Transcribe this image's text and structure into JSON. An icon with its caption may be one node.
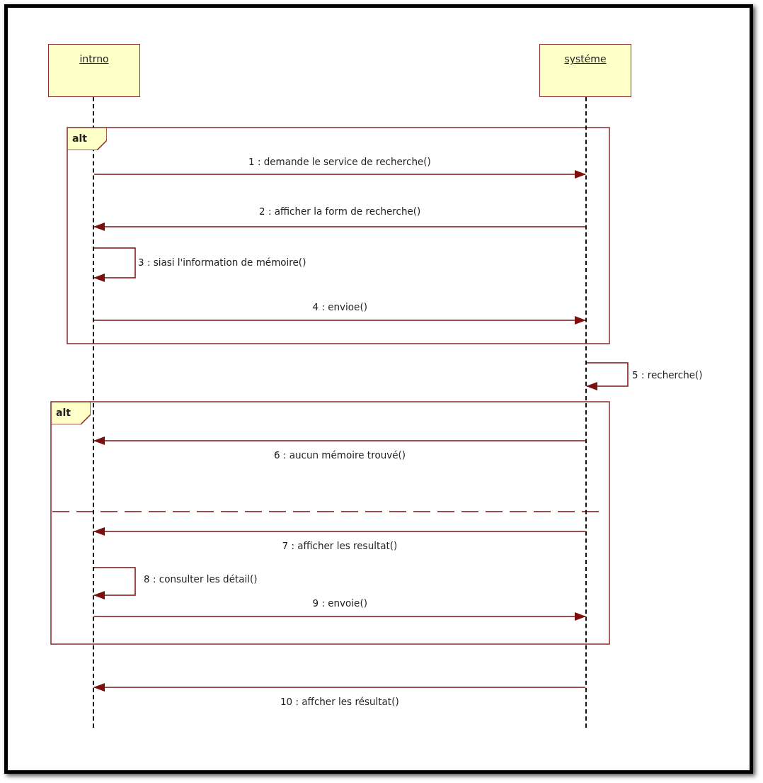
{
  "diagram": {
    "nodes": [
      {
        "text": [
          "intrno"
        ]
      },
      {
        "text": [
          "systéme"
        ]
      },
      {
        "text": [],
        "shape": "line"
      },
      {
        "text": [],
        "shape": "line"
      },
      {
        "text": [
          "alt"
        ]
      },
      {
        "text": [
          "alt"
        ]
      }
    ],
    "edges": [
      {
        "from": 2,
        "to": 3,
        "arrow": "to",
        "label": "1 : demande le service de recherche()"
      },
      {
        "from": 3,
        "to": 2,
        "arrow": "to",
        "label": "2 : afficher la form de recherche()"
      },
      {
        "from": 2,
        "to": 2,
        "arrow": "to",
        "label": "3 : siasi l'information de mémoire()"
      },
      {
        "from": 2,
        "to": 3,
        "arrow": "to",
        "label": "4 : envioe()"
      },
      {
        "from": 3,
        "to": 3,
        "arrow": "to",
        "label": "5 : recherche()"
      },
      {
        "from": 3,
        "to": 2,
        "arrow": "to",
        "label": "6 : aucun mémoire trouvé()"
      },
      {
        "from": 3,
        "to": 2,
        "arrow": "to",
        "label": "7 : afficher les resultat()"
      },
      {
        "from": 2,
        "to": 2,
        "arrow": "to",
        "label": "8 : consulter les détail()"
      },
      {
        "from": 2,
        "to": 3,
        "arrow": "to",
        "label": "9 : envoie()"
      },
      {
        "from": 3,
        "to": 2,
        "arrow": "to",
        "label": "10 : affcher les résultat()"
      }
    ]
  }
}
